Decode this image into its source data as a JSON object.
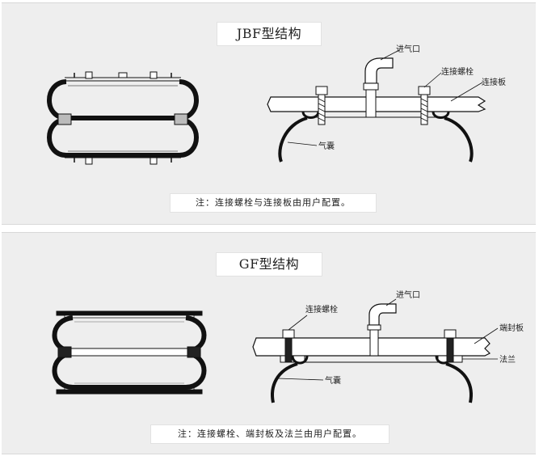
{
  "top": {
    "title": "JBF型结构",
    "note": "注：连接螺栓与连接板由用户配置。",
    "labels": {
      "inlet": "进气口",
      "bolt": "连接螺栓",
      "plate": "连接板",
      "airbag": "气囊"
    }
  },
  "bottom": {
    "title": "GF型结构",
    "note": "注：连接螺栓、端封板及法兰由用户配置。",
    "labels": {
      "bolt": "连接螺栓",
      "inlet": "进气口",
      "end_plate": "端封板",
      "flange": "法兰",
      "airbag": "气囊"
    }
  }
}
